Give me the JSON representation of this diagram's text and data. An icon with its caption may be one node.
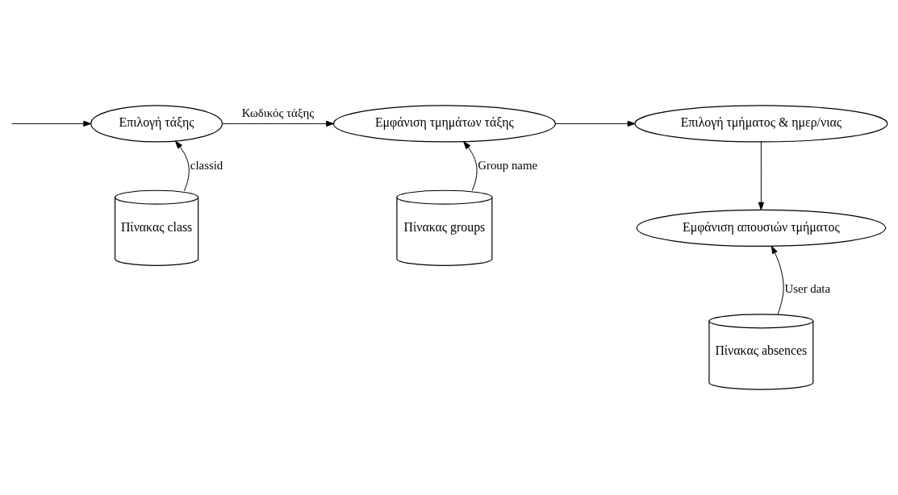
{
  "diagram": {
    "nodes": [
      {
        "text": [
          "Επιλογή τάξης"
        ]
      },
      {
        "text": [
          "Εμφάνιση τμημάτων τάξης"
        ]
      },
      {
        "text": [
          "Επιλογή τμήματος & ημερ/νιας"
        ]
      },
      {
        "text": [
          "Εμφάνιση απουσιών τμήματος"
        ]
      },
      {
        "text": [
          "Πίνακας class"
        ]
      },
      {
        "text": [
          "Πίνακας groups"
        ]
      },
      {
        "text": [
          "Πίνακας absences"
        ]
      }
    ],
    "edges": [
      {
        "from": null,
        "to": 0,
        "arrow": "to"
      },
      {
        "from": 0,
        "to": 1,
        "arrow": "to",
        "label": "Κωδικός τάξης"
      },
      {
        "from": 1,
        "to": 2,
        "arrow": "to"
      },
      {
        "from": 2,
        "to": 3,
        "arrow": "to"
      },
      {
        "from": 4,
        "to": 0,
        "arrow": "to",
        "label": "classid"
      },
      {
        "from": 5,
        "to": 1,
        "arrow": "to",
        "label": "Group name"
      },
      {
        "from": 6,
        "to": 3,
        "arrow": "to",
        "label": "User data"
      }
    ]
  }
}
